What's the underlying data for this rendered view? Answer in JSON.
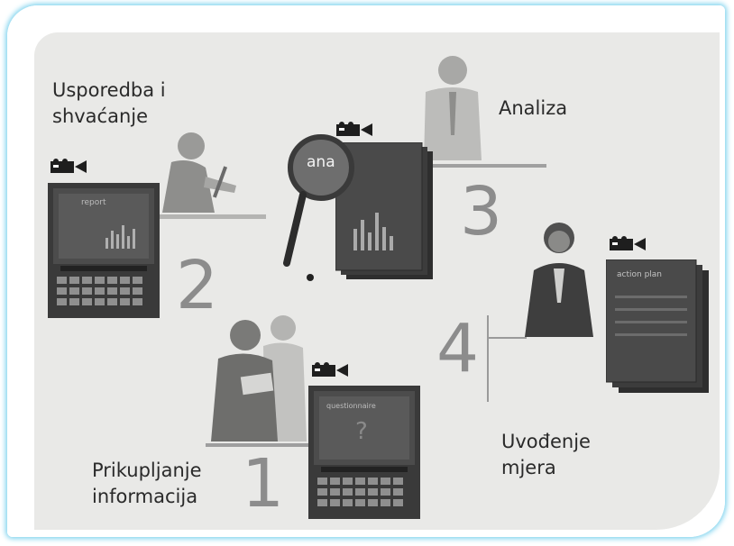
{
  "steps": [
    {
      "number": "1",
      "label_line1": "Prikupljanje",
      "label_line2": "informacija",
      "screen_text": "questionnaire",
      "screen_glyph": "?"
    },
    {
      "number": "2",
      "label_line1": "Usporedba i",
      "label_line2": "shvaćanje",
      "screen_text": "report"
    },
    {
      "number": "3",
      "label_line1": "Analiza",
      "magnifier_text": "ana"
    },
    {
      "number": "4",
      "label_line1": "Uvođenje",
      "label_line2": "mjera",
      "doc_text": "action plan"
    }
  ],
  "colors": {
    "background": "#e9e9e7",
    "frame_glow": "#7fd3ee",
    "device_dark": "#3a3a3a",
    "number_gray": "#8c8c8c"
  }
}
